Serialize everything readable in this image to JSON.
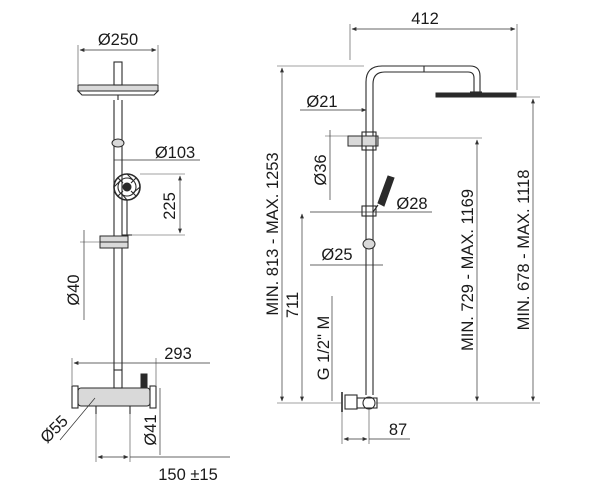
{
  "left_view": {
    "showerhead_diameter": "Ø250",
    "hand_shower_diameter": "Ø103",
    "hand_shower_offset": "225",
    "rail_diameter": "Ø40",
    "mixer_width": "293",
    "mixer_end_diameter": "Ø55",
    "mixer_body_diameter": "Ø41",
    "centers": "150 ±15"
  },
  "right_view": {
    "arm_reach": "412",
    "tube_diameter_top": "Ø21",
    "slider_diameter": "Ø36",
    "hand_shower_neck": "Ø28",
    "tube_diameter_lower": "Ø25",
    "inlet_height": "711",
    "thread": "G 1/2\" M",
    "total_height_range": "MIN. 813 - MAX. 1253",
    "middle_height_range": "MIN. 729 - MAX. 1169",
    "head_height_range": "MIN. 678 - MAX. 1118",
    "wall_offset": "87"
  }
}
